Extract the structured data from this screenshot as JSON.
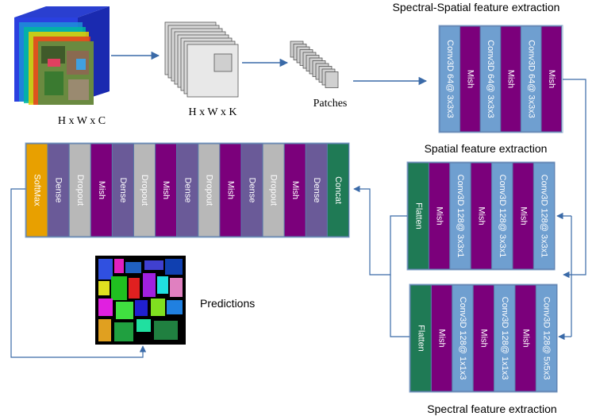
{
  "colors": {
    "conv": "#6f9fd0",
    "mish": "#7b007b",
    "dense": "#6a5a98",
    "dropout": "#b8b8b8",
    "flatten": "#1f7a55",
    "concat": "#1f7a55",
    "softmax": "#e8a000",
    "arrow": "#3a6aa8"
  },
  "labels": {
    "input_cube": "H x W x C",
    "pca_cube": "H x W x K",
    "patches": "Patches",
    "spectral_spatial_title": "Spectral-Spatial feature extraction",
    "spatial_title": "Spatial feature extraction",
    "spectral_title": "Spectral feature extraction",
    "predictions": "Predictions"
  },
  "spectral_spatial_blocks": [
    {
      "type": "conv",
      "text": "Conv3D 64@ 3x3x3"
    },
    {
      "type": "mish",
      "text": "Mish"
    },
    {
      "type": "conv",
      "text": "Conv3D 64@ 3x3x3"
    },
    {
      "type": "mish",
      "text": "Mish"
    },
    {
      "type": "conv",
      "text": "Conv3D 64@ 3x3x3"
    },
    {
      "type": "mish",
      "text": "Mish"
    }
  ],
  "spatial_blocks": [
    {
      "type": "flatten",
      "text": "Flatten"
    },
    {
      "type": "mish",
      "text": "Mish"
    },
    {
      "type": "conv",
      "text": "Conv3D 128@ 3x3x1"
    },
    {
      "type": "mish",
      "text": "Mish"
    },
    {
      "type": "conv",
      "text": "Conv3D 128@ 3x3x1"
    },
    {
      "type": "mish",
      "text": "Mish"
    },
    {
      "type": "conv",
      "text": "Conv3D 128@ 3x3x1"
    }
  ],
  "spectral_blocks": [
    {
      "type": "flatten",
      "text": "Flatten"
    },
    {
      "type": "mish",
      "text": "Mish"
    },
    {
      "type": "conv",
      "text": "Conv3D 128@ 1x1x3"
    },
    {
      "type": "mish",
      "text": "Mish"
    },
    {
      "type": "conv",
      "text": "Conv3D 128@ 1x1x3"
    },
    {
      "type": "mish",
      "text": "Mish"
    },
    {
      "type": "conv",
      "text": "Conv3D 128@ 5x5x3"
    }
  ],
  "classifier_blocks": [
    {
      "type": "softmax",
      "text": "SoftMax"
    },
    {
      "type": "dense",
      "text": "Dense"
    },
    {
      "type": "dropout",
      "text": "Dropout"
    },
    {
      "type": "mish",
      "text": "Mish"
    },
    {
      "type": "dense",
      "text": "Dense"
    },
    {
      "type": "dropout",
      "text": "Dropout"
    },
    {
      "type": "mish",
      "text": "Mish"
    },
    {
      "type": "dense",
      "text": "Dense"
    },
    {
      "type": "dropout",
      "text": "Dropout"
    },
    {
      "type": "mish",
      "text": "Mish"
    },
    {
      "type": "dense",
      "text": "Dense"
    },
    {
      "type": "dropout",
      "text": "Dropout"
    },
    {
      "type": "mish",
      "text": "Mish"
    },
    {
      "type": "dense",
      "text": "Dense"
    },
    {
      "type": "concat",
      "text": "Concat"
    }
  ]
}
